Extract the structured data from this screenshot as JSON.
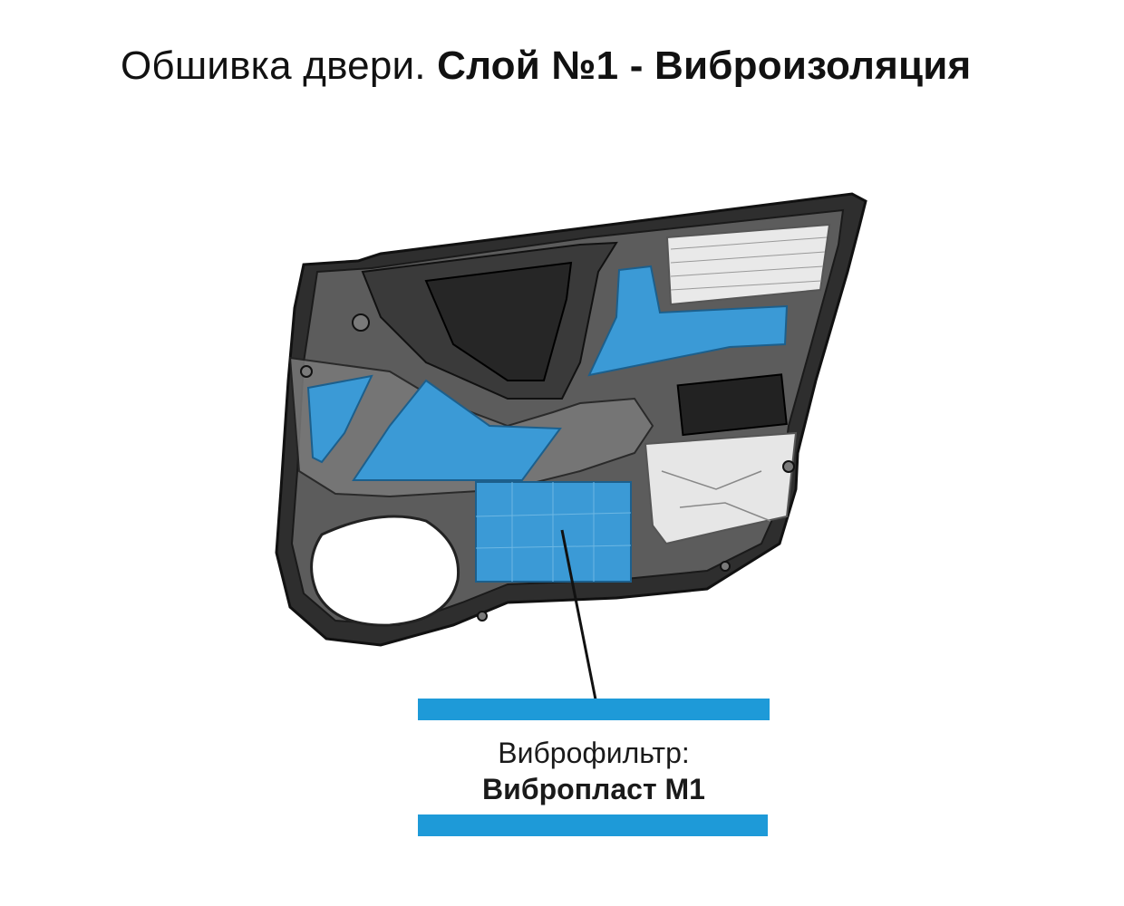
{
  "title": {
    "normal": "Обшивка двери.",
    "bold": "Слой №1 - Виброизоляция"
  },
  "callout": {
    "line1": "Виброфильтр:",
    "line2": "Вибропласт М1"
  },
  "colors": {
    "accent_blue": "#1e9ad8",
    "panel_fill": "#3b9ad6",
    "door_frame": "#2e2e2e",
    "door_inner": "#6a6a6a",
    "background": "#ffffff"
  }
}
